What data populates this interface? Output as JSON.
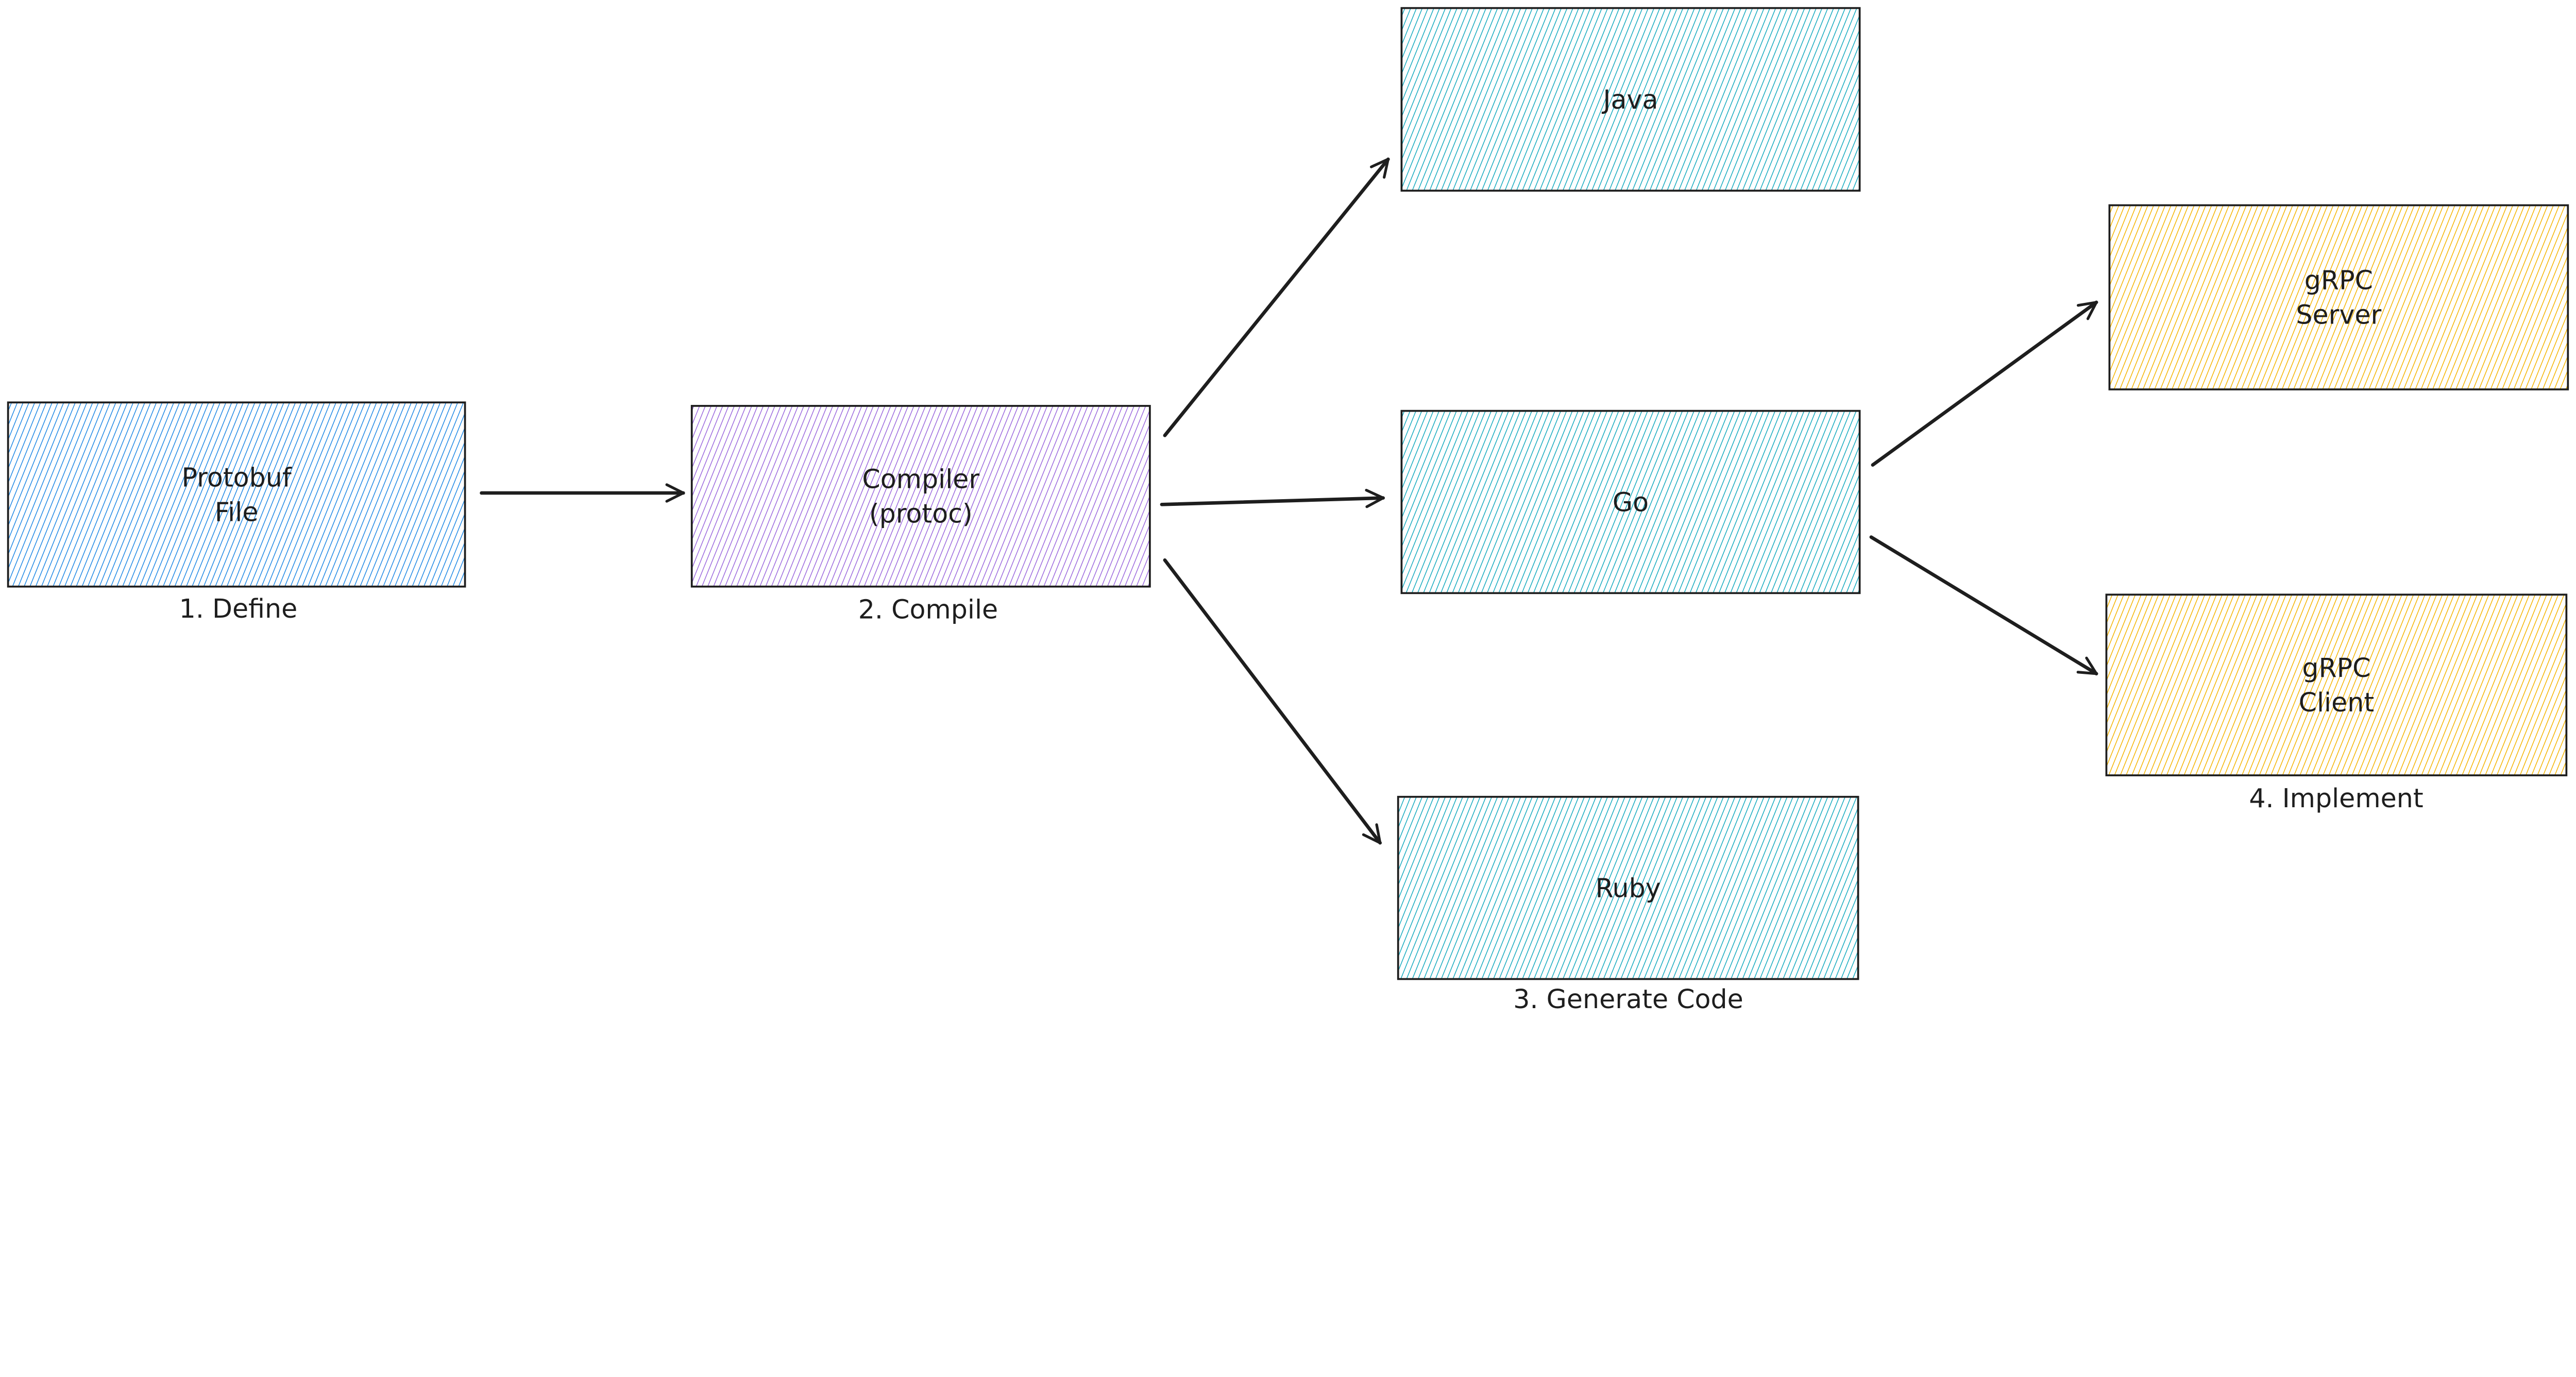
{
  "colors": {
    "protobuf": "#1e88e5",
    "compiler": "#9c6ade",
    "language": "#15aabf",
    "grpc": "#f5b400",
    "stroke": "#1e1e1e"
  },
  "nodes": {
    "protobuf": {
      "lines": [
        "Protobuf",
        "File"
      ],
      "fill": "protobuf"
    },
    "compiler": {
      "lines": [
        "Compiler",
        "(protoc)"
      ],
      "fill": "compiler"
    },
    "java": {
      "lines": [
        "Java"
      ],
      "fill": "language"
    },
    "go": {
      "lines": [
        "Go"
      ],
      "fill": "language"
    },
    "ruby": {
      "lines": [
        "Ruby"
      ],
      "fill": "language"
    },
    "server": {
      "lines": [
        "gRPC",
        "Server"
      ],
      "fill": "grpc"
    },
    "client": {
      "lines": [
        "gRPC",
        "Client"
      ],
      "fill": "grpc"
    }
  },
  "stages": {
    "define": "1. Define",
    "compile": "2. Compile",
    "generate": "3. Generate Code",
    "implement": "4. Implement"
  },
  "edges": [
    {
      "from": "protobuf",
      "to": "compiler"
    },
    {
      "from": "compiler",
      "to": "java"
    },
    {
      "from": "compiler",
      "to": "go"
    },
    {
      "from": "compiler",
      "to": "ruby"
    },
    {
      "from": "go",
      "to": "server"
    },
    {
      "from": "go",
      "to": "client"
    }
  ]
}
